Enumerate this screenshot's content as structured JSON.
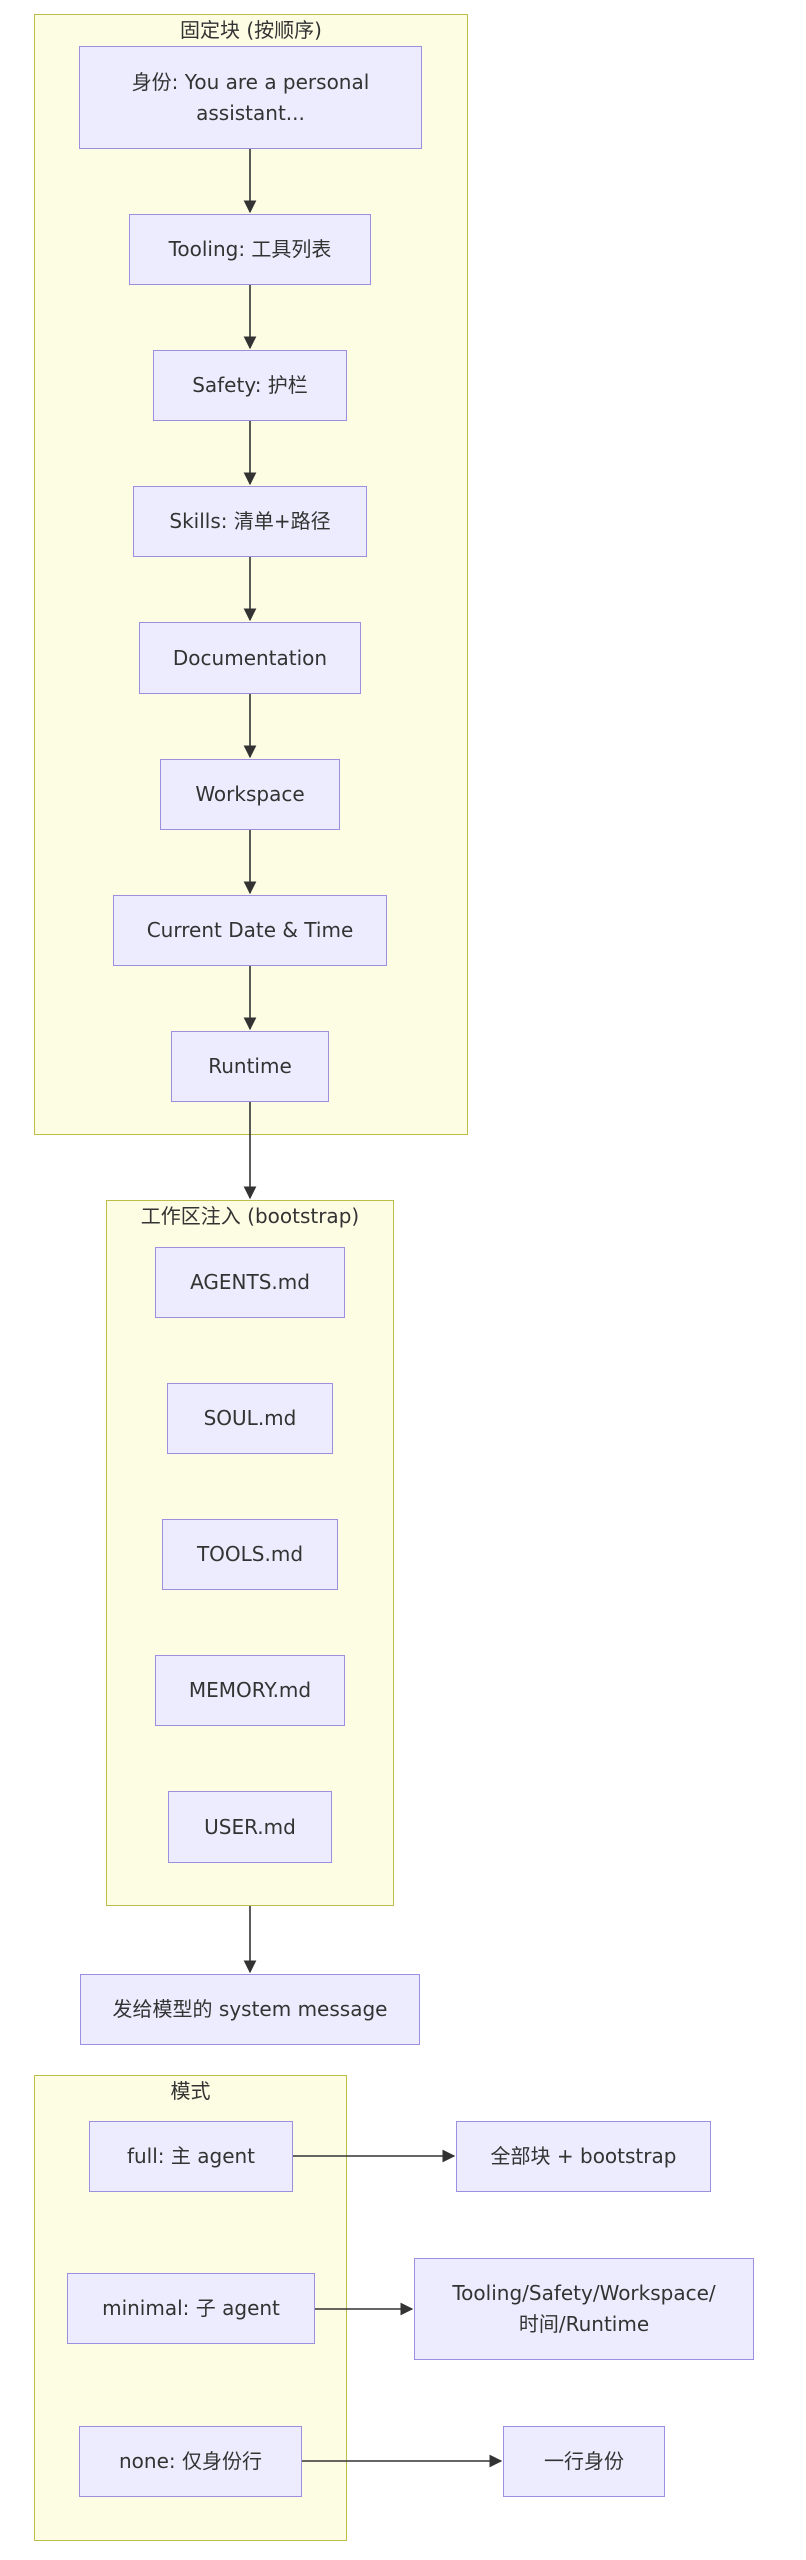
{
  "theme": {
    "node_fill": "#ececfe",
    "node_border": "#9c8fe0",
    "cluster_fill": "#fdfde4",
    "cluster_border": "#bdbd4a",
    "edge_color": "#333333"
  },
  "clusters": {
    "fixed": {
      "title": "固定块 (按顺序)"
    },
    "bootstrap": {
      "title": "工作区注入 (bootstrap)"
    },
    "modes": {
      "title": "模式"
    }
  },
  "nodes": {
    "identity": "身份: You are a personal assistant...",
    "tooling": "Tooling: 工具列表",
    "safety": "Safety: 护栏",
    "skills": "Skills: 清单+路径",
    "documentation": "Documentation",
    "workspace": "Workspace",
    "datetime": "Current Date & Time",
    "runtime": "Runtime",
    "agents_md": "AGENTS.md",
    "soul_md": "SOUL.md",
    "tools_md": "TOOLS.md",
    "memory_md": "MEMORY.md",
    "user_md": "USER.md",
    "system_message": "发给模型的 system message",
    "mode_full": "full: 主 agent",
    "mode_minimal": "minimal: 子 agent",
    "mode_none": "none: 仅身份行",
    "out_full": "全部块 + bootstrap",
    "out_minimal": "Tooling/Safety/Workspace/时间/Runtime",
    "out_none": "一行身份"
  }
}
